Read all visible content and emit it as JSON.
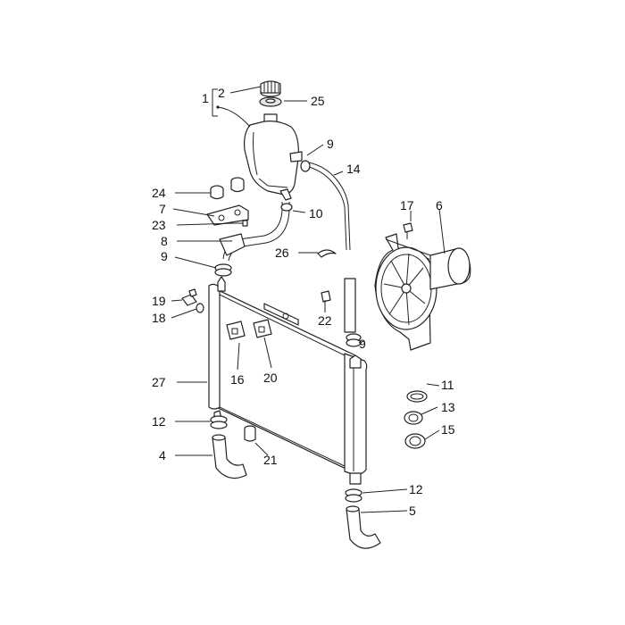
{
  "diagram": {
    "callouts": [
      {
        "key": "c1",
        "label": "1"
      },
      {
        "key": "c2",
        "label": "2"
      },
      {
        "key": "c25",
        "label": "25"
      },
      {
        "key": "c9a",
        "label": "9"
      },
      {
        "key": "c14",
        "label": "14"
      },
      {
        "key": "c24",
        "label": "24"
      },
      {
        "key": "c7",
        "label": "7"
      },
      {
        "key": "c23",
        "label": "23"
      },
      {
        "key": "c10",
        "label": "10"
      },
      {
        "key": "c17",
        "label": "17"
      },
      {
        "key": "c6",
        "label": "6"
      },
      {
        "key": "c8",
        "label": "8"
      },
      {
        "key": "c26",
        "label": "26"
      },
      {
        "key": "c9b",
        "label": "9"
      },
      {
        "key": "c19",
        "label": "19"
      },
      {
        "key": "c18",
        "label": "18"
      },
      {
        "key": "c22",
        "label": "22"
      },
      {
        "key": "c9c",
        "label": "9"
      },
      {
        "key": "c16",
        "label": "16"
      },
      {
        "key": "c20",
        "label": "20"
      },
      {
        "key": "c27",
        "label": "27"
      },
      {
        "key": "c11",
        "label": "11"
      },
      {
        "key": "c13",
        "label": "13"
      },
      {
        "key": "c12a",
        "label": "12"
      },
      {
        "key": "c15",
        "label": "15"
      },
      {
        "key": "c4",
        "label": "4"
      },
      {
        "key": "c21",
        "label": "21"
      },
      {
        "key": "c12b",
        "label": "12"
      },
      {
        "key": "c5",
        "label": "5"
      }
    ]
  }
}
